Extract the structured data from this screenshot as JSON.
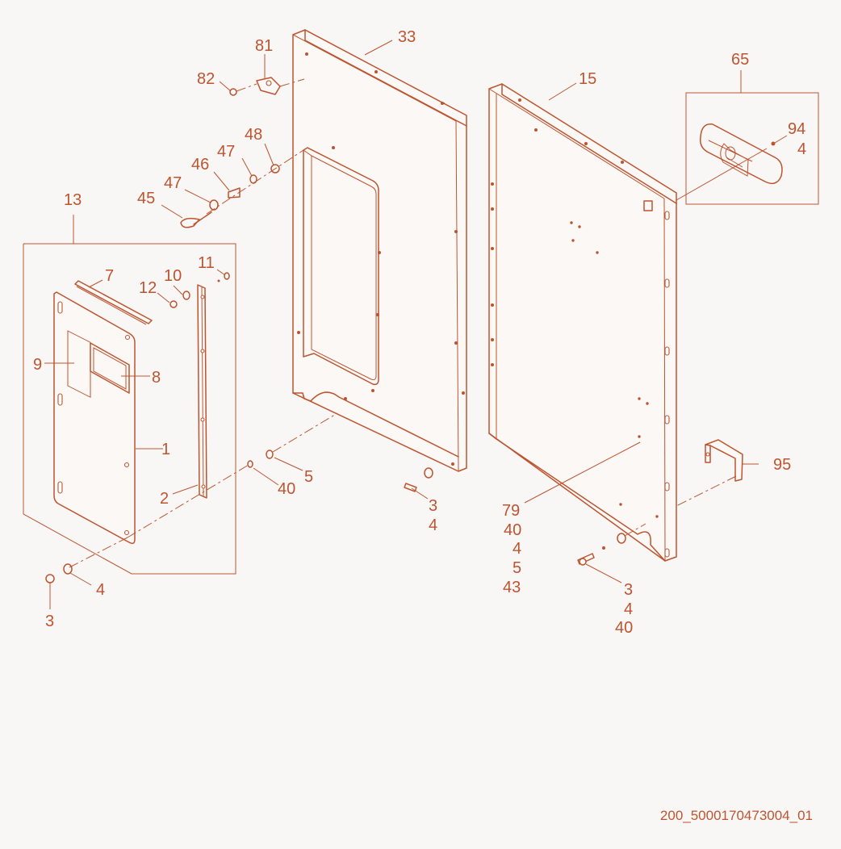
{
  "colors": {
    "accent": "#bd5430",
    "background": "#f9f7f5"
  },
  "labels": {
    "n33": "33",
    "n81": "81",
    "n82": "82",
    "n15": "15",
    "n65": "65",
    "n94": "94",
    "n4_94": "4",
    "n48": "48",
    "n47a": "47",
    "n46": "46",
    "n47b": "47",
    "n45": "45",
    "n13": "13",
    "n7": "7",
    "n10": "10",
    "n11": "11",
    "n12": "12",
    "n9": "9",
    "n8": "8",
    "n1": "1",
    "n2": "2",
    "n5": "5",
    "n40": "40",
    "n3_mid": "3",
    "n4_mid": "4",
    "n79": "79",
    "n40_r": "40",
    "n4_r": "4",
    "n5_r": "5",
    "n43": "43",
    "n3_r": "3",
    "n4_r2": "4",
    "n40_r2": "40",
    "n95": "95",
    "n4_l": "4",
    "n3_l": "3"
  },
  "code_text": "200_5000170473004_01"
}
